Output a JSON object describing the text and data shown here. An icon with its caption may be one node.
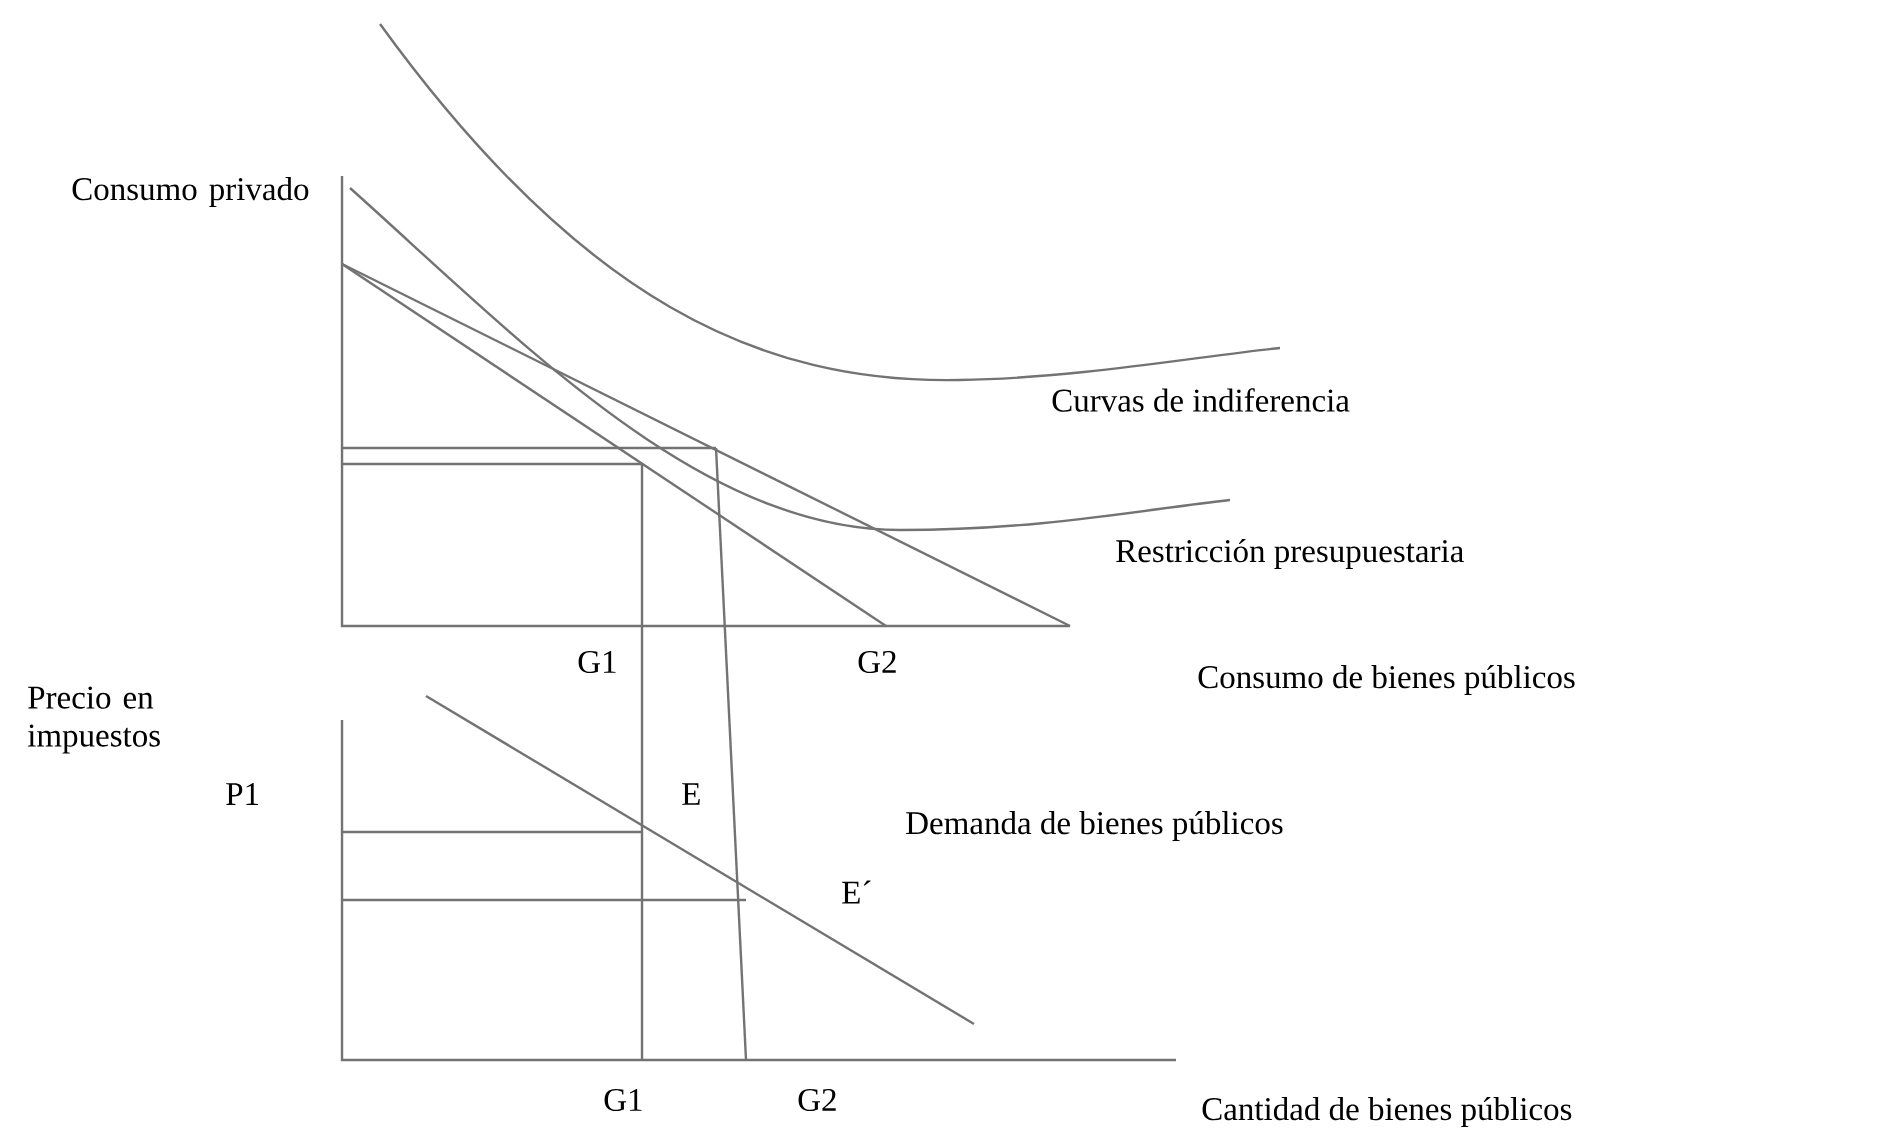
{
  "diagram": {
    "labels": [
      "Consumo privado",
      "Curvas de indiferencia",
      "Restricción presupuestaria",
      "G1",
      "G2",
      "Consumo de bienes públicos",
      "Precio en impuestos",
      "P1",
      "E",
      "Demanda de bienes públicos",
      "E´",
      "G1",
      "G2",
      "Cantidad de bienes públicos"
    ]
  }
}
